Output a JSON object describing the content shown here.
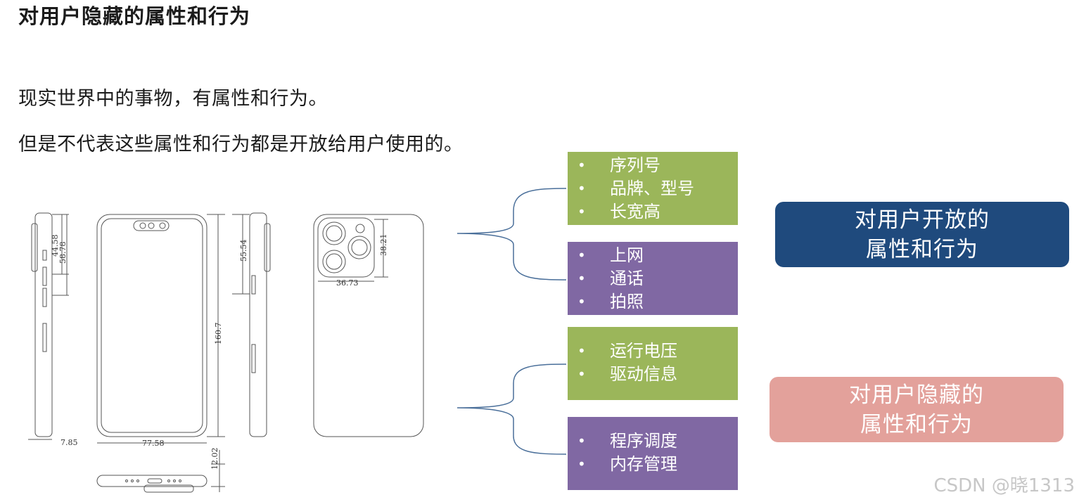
{
  "heading": "对用户隐藏的属性和行为",
  "paragraphs": [
    "现实世界中的事物，有属性和行为。",
    "但是不代表这些属性和行为都是开放给用户使用的。"
  ],
  "drawing": {
    "dimensions": [
      "44.58",
      "58.78",
      "55.54",
      "38.21",
      "36.73",
      "160.7",
      "77.58",
      "7.85",
      "12.02"
    ]
  },
  "boxes": [
    {
      "color": "#9bb65a",
      "items": [
        "序列号",
        "品牌、型号",
        "长宽高"
      ]
    },
    {
      "color": "#8068a3",
      "items": [
        "上网",
        "通话",
        "拍照"
      ]
    },
    {
      "color": "#9bb65a",
      "items": [
        "运行电压",
        "驱动信息"
      ]
    },
    {
      "color": "#8068a3",
      "items": [
        "程序调度",
        "内存管理"
      ]
    }
  ],
  "labels": {
    "open": {
      "line1": "对用户开放的",
      "line2": "属性和行为",
      "color": "#1f4a7d"
    },
    "hidden": {
      "line1": "对用户隐藏的",
      "line2": "属性和行为",
      "color": "#e3a19b"
    }
  },
  "watermark": "CSDN @晓1313"
}
